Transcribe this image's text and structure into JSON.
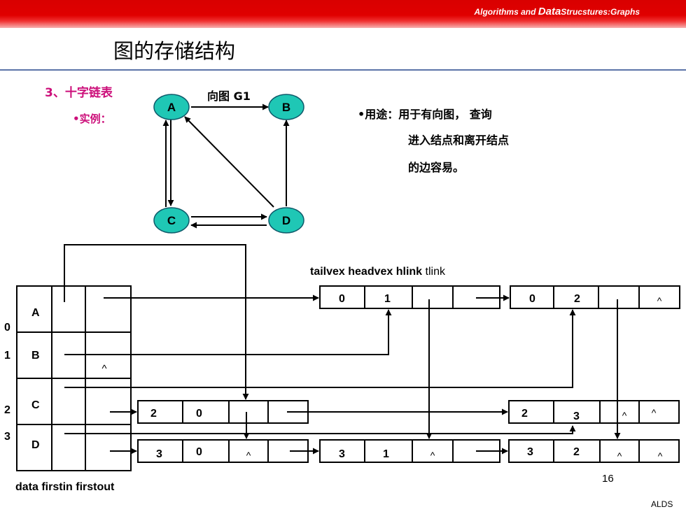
{
  "header": {
    "caption_prefix": "Algorithms and ",
    "caption_emphasis": "Data",
    "caption_suffix": "Strucstures:Graphs"
  },
  "title": "图的存储结构",
  "section_heading": "3、十字链表",
  "example_label": "•实例：",
  "graph": {
    "caption": "向图 G1",
    "vertices": [
      "A",
      "B",
      "C",
      "D"
    ],
    "edges": [
      [
        "A",
        "B"
      ],
      [
        "A",
        "C"
      ],
      [
        "C",
        "A"
      ],
      [
        "C",
        "D"
      ],
      [
        "D",
        "C"
      ],
      [
        "D",
        "A"
      ],
      [
        "D",
        "B"
      ]
    ]
  },
  "usage": {
    "line1": "•用途：用于有向图， 查询",
    "line2": "进入结点和离开结点",
    "line3": "的边容易。"
  },
  "field_labels": {
    "bold": "tailvex headvex hlink",
    "normal": " tlink"
  },
  "vertex_table": {
    "indices": [
      "0",
      "1",
      "2",
      "3"
    ],
    "data": [
      "A",
      "B",
      "C",
      "D"
    ],
    "null_symbol": "^"
  },
  "arc_nodes": [
    {
      "tail": "0",
      "head": "1",
      "hlink": "",
      "tlink": ""
    },
    {
      "tail": "0",
      "head": "2",
      "hlink": "",
      "tlink": "^"
    },
    {
      "tail": "2",
      "head": "0",
      "hlink": "",
      "tlink": ""
    },
    {
      "tail": "2",
      "head": "3",
      "hlink": "^",
      "tlink": "^"
    },
    {
      "tail": "3",
      "head": "0",
      "hlink": "^",
      "tlink": ""
    },
    {
      "tail": "3",
      "head": "1",
      "hlink": "^",
      "tlink": ""
    },
    {
      "tail": "3",
      "head": "2",
      "hlink": "^",
      "tlink": "^"
    }
  ],
  "column_labels": "data firstin firstout",
  "page_number": "16",
  "footer": "ALDS",
  "colors": {
    "header_red": "#d90000",
    "heading_magenta": "#cc0f7a",
    "vertex_fill": "#1fc7b5",
    "rule_blue": "#5b74a8"
  }
}
